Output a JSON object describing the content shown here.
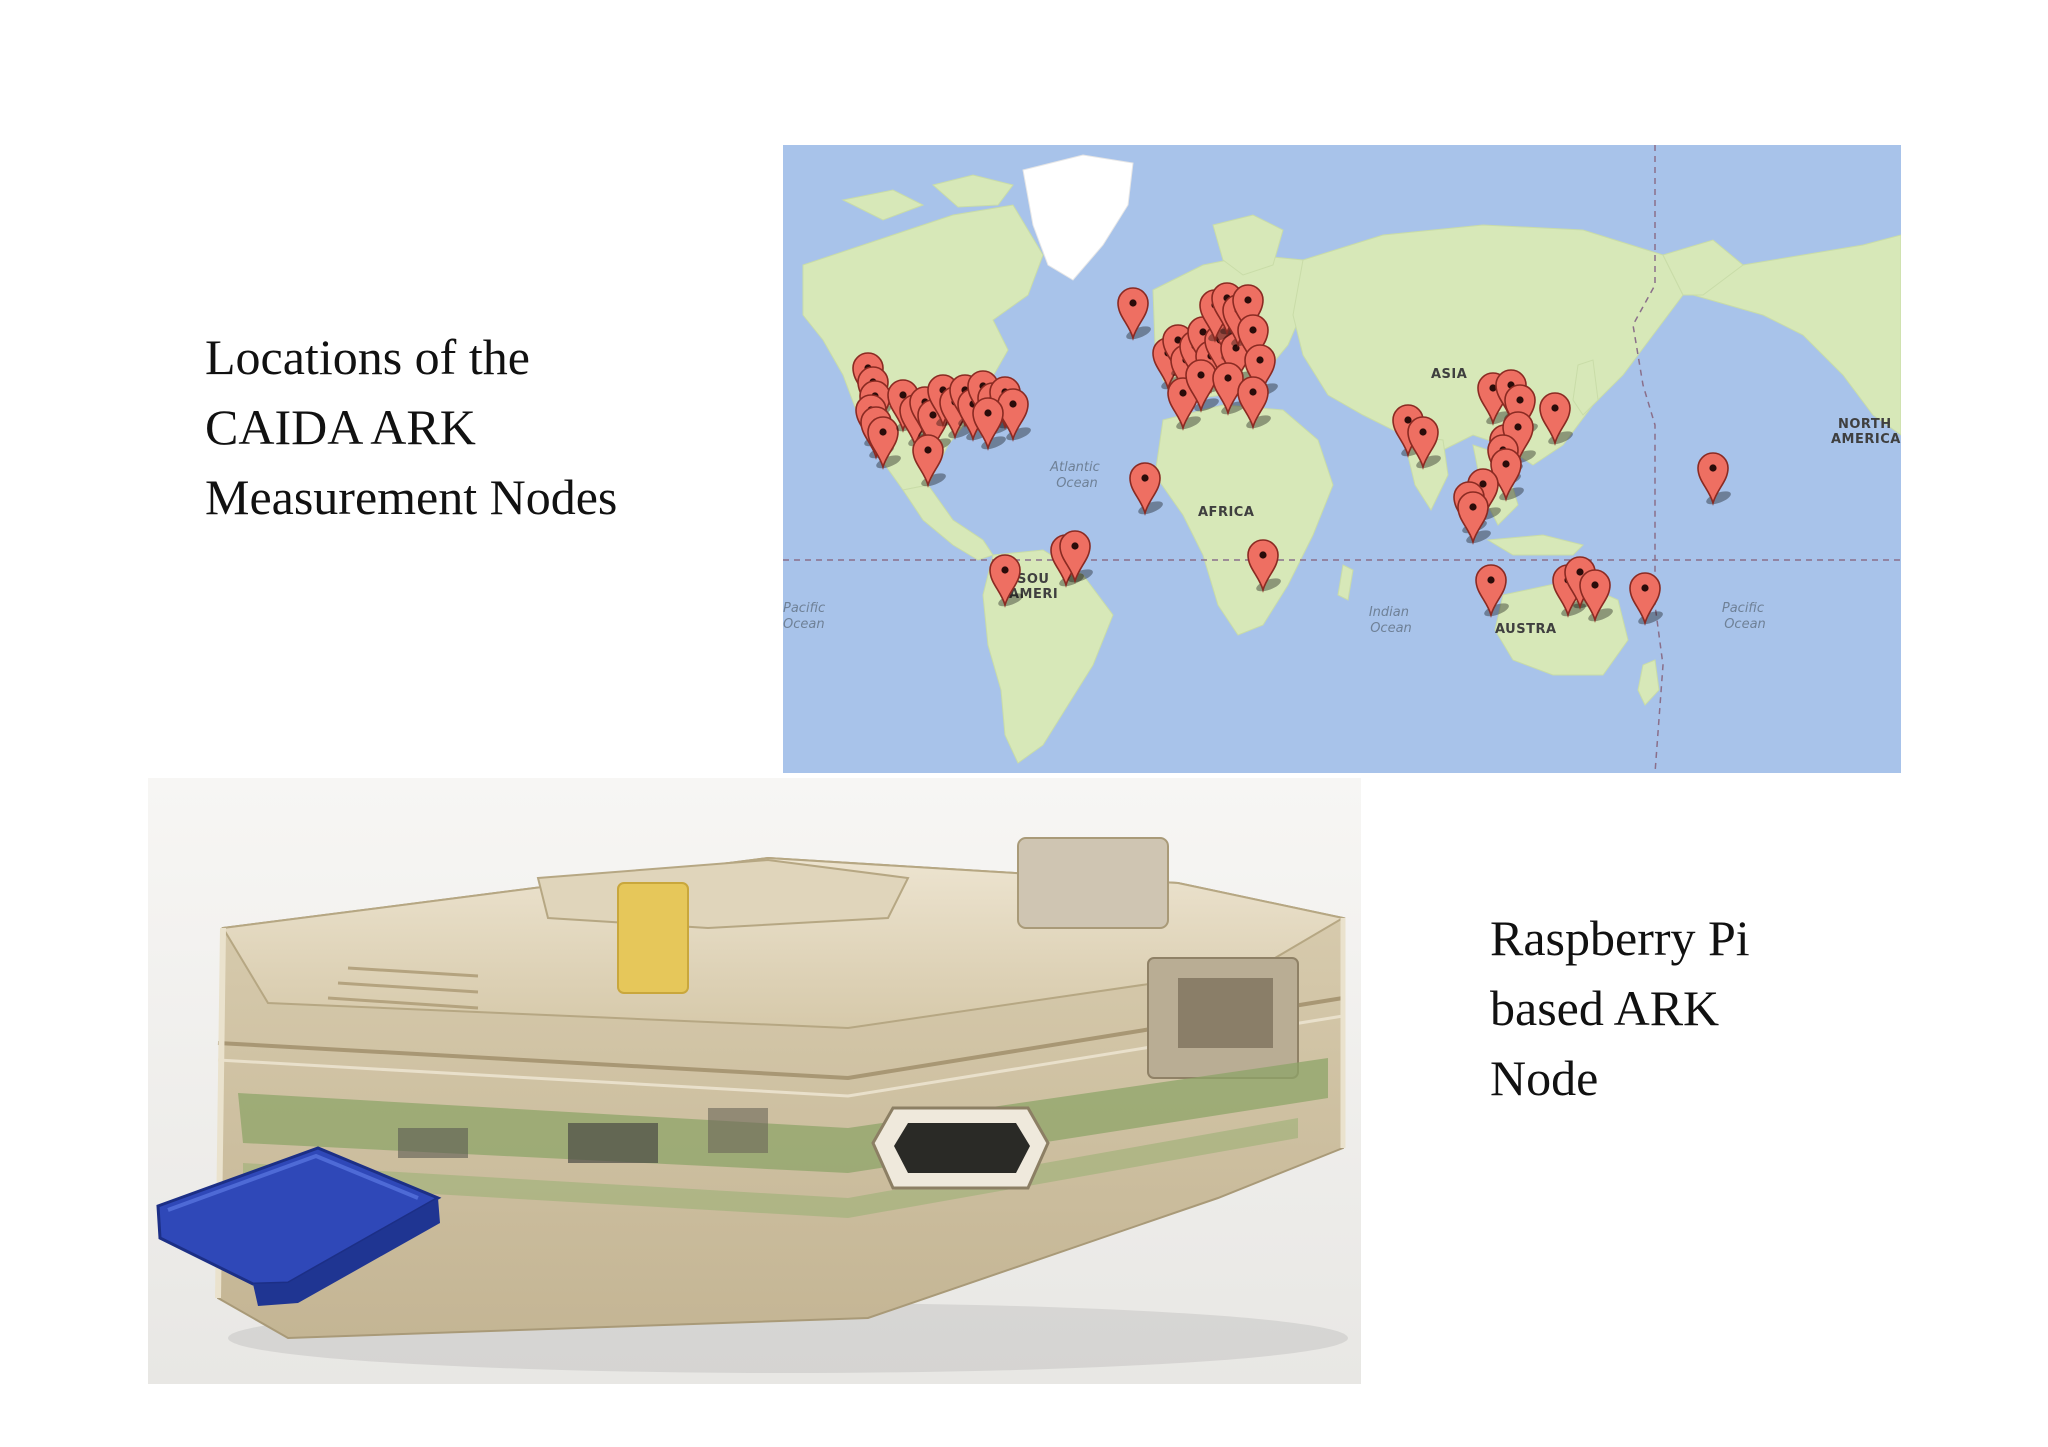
{
  "captions": {
    "map": [
      "Locations of the",
      "CAIDA ARK",
      "Measurement Nodes"
    ],
    "device": [
      "Raspberry Pi",
      "based ARK",
      "Node"
    ]
  },
  "map": {
    "ocean_labels": {
      "atlantic": [
        "Atlantic",
        "Ocean"
      ],
      "pacific_left": [
        "Pacific",
        "Ocean"
      ],
      "indian": [
        "Indian",
        "Ocean"
      ],
      "pacific_right": [
        "Pacific",
        "Ocean"
      ]
    },
    "continent_labels": {
      "asia": "ASIA",
      "africa": "AFRICA",
      "south_america": [
        "SOU",
        "AMERI"
      ],
      "australia": "AUSTRA",
      "north_america": [
        "NORTH",
        "AMERICA"
      ]
    },
    "marker_icon": "map-pin-icon",
    "marker_color": "#ee6f62",
    "ocean_color": "#a8c3ea",
    "land_color": "#d7e8b8"
  },
  "photo": {
    "subject_icon": "raspberry-pi-case-icon",
    "sd_card_color": "#2f48b8"
  }
}
